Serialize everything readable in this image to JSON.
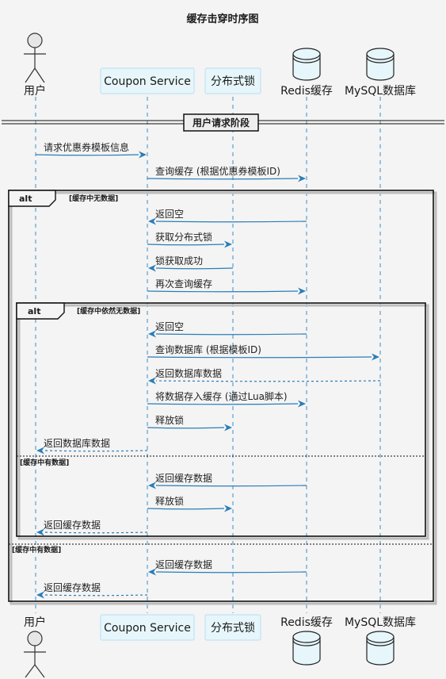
{
  "title": "缓存击穿时序图",
  "participants": [
    {
      "id": "user",
      "label": "用户",
      "kind": "actor"
    },
    {
      "id": "coupon",
      "label": "Coupon Service",
      "kind": "box"
    },
    {
      "id": "lock",
      "label": "分布式锁",
      "kind": "box"
    },
    {
      "id": "redis",
      "label": "Redis缓存",
      "kind": "database"
    },
    {
      "id": "mysql",
      "label": "MySQL数据库",
      "kind": "database"
    }
  ],
  "divider": "用户请求阶段",
  "fragments": {
    "outer": {
      "keyword": "alt",
      "guard": "[缓存中无数据]",
      "else_guard": "[缓存中有数据]"
    },
    "inner": {
      "keyword": "alt",
      "guard": "[缓存中依然无数据]",
      "else_guard": "[缓存中有数据]"
    }
  },
  "messages": [
    {
      "from": "user",
      "to": "coupon",
      "text": "请求优惠券模板信息",
      "style": "solid"
    },
    {
      "from": "coupon",
      "to": "redis",
      "text": "查询缓存 (根据优惠券模板ID)",
      "style": "solid"
    },
    {
      "from": "redis",
      "to": "coupon",
      "text": "返回空",
      "style": "solid"
    },
    {
      "from": "coupon",
      "to": "lock",
      "text": "获取分布式锁",
      "style": "solid"
    },
    {
      "from": "lock",
      "to": "coupon",
      "text": "锁获取成功",
      "style": "solid"
    },
    {
      "from": "coupon",
      "to": "redis",
      "text": "再次查询缓存",
      "style": "solid"
    },
    {
      "from": "redis",
      "to": "coupon",
      "text": "返回空",
      "style": "solid"
    },
    {
      "from": "coupon",
      "to": "mysql",
      "text": "查询数据库 (根据模板ID)",
      "style": "solid"
    },
    {
      "from": "mysql",
      "to": "coupon",
      "text": "返回数据库数据",
      "style": "dashed"
    },
    {
      "from": "coupon",
      "to": "redis",
      "text": "将数据存入缓存 (通过Lua脚本)",
      "style": "solid"
    },
    {
      "from": "coupon",
      "to": "lock",
      "text": "释放锁",
      "style": "solid"
    },
    {
      "from": "coupon",
      "to": "user",
      "text": "返回数据库数据",
      "style": "dashed"
    },
    {
      "from": "redis",
      "to": "coupon",
      "text": "返回缓存数据",
      "style": "solid"
    },
    {
      "from": "coupon",
      "to": "lock",
      "text": "释放锁",
      "style": "solid"
    },
    {
      "from": "coupon",
      "to": "user",
      "text": "返回缓存数据",
      "style": "dashed"
    },
    {
      "from": "redis",
      "to": "coupon",
      "text": "返回缓存数据",
      "style": "solid"
    },
    {
      "from": "coupon",
      "to": "user",
      "text": "返回缓存数据",
      "style": "dashed"
    }
  ]
}
